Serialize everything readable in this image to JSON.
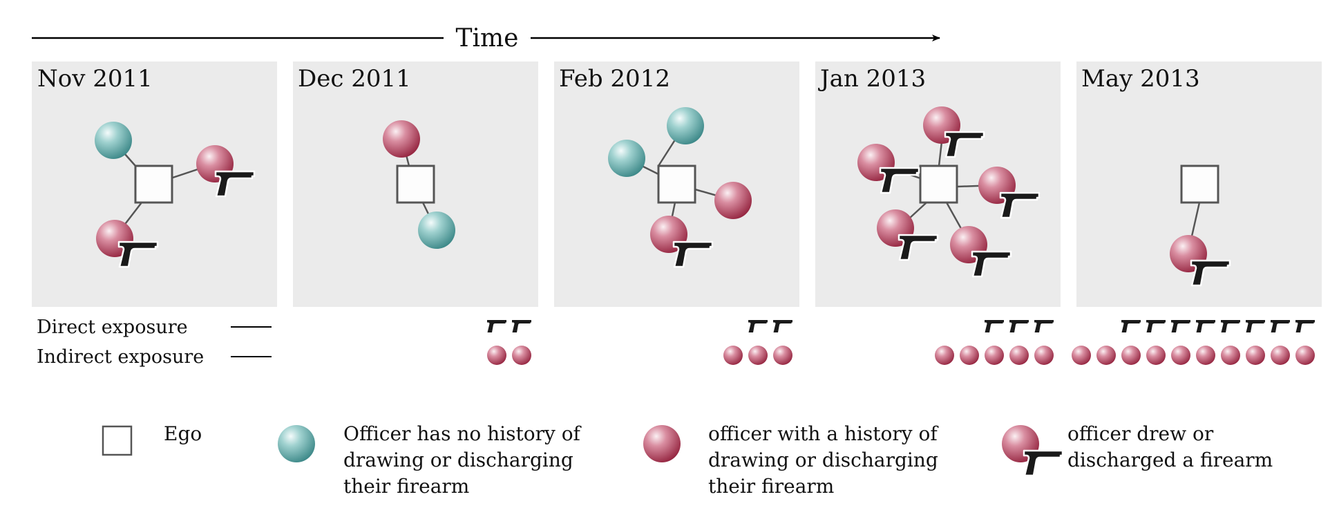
{
  "time_axis": {
    "label": "Time"
  },
  "panels": [
    {
      "title": "Nov 2011",
      "direct_guns": 0,
      "indirect_officers": 0,
      "officers": [
        {
          "type": "no-history"
        },
        {
          "type": "history-drew"
        },
        {
          "type": "history-drew"
        }
      ]
    },
    {
      "title": "Dec 2011",
      "direct_guns": 2,
      "indirect_officers": 2,
      "officers": [
        {
          "type": "history"
        },
        {
          "type": "no-history"
        }
      ]
    },
    {
      "title": "Feb 2012",
      "direct_guns": 2,
      "indirect_officers": 3,
      "officers": [
        {
          "type": "no-history"
        },
        {
          "type": "no-history"
        },
        {
          "type": "history"
        },
        {
          "type": "history-drew"
        }
      ]
    },
    {
      "title": "Jan 2013",
      "direct_guns": 3,
      "indirect_officers": 5,
      "officers": [
        {
          "type": "history-drew"
        },
        {
          "type": "history-drew"
        },
        {
          "type": "history-drew"
        },
        {
          "type": "history-drew"
        },
        {
          "type": "history-drew"
        }
      ]
    },
    {
      "title": "May 2013",
      "direct_guns": 8,
      "indirect_officers": 10,
      "officers": [
        {
          "type": "history-drew"
        }
      ]
    }
  ],
  "exposure": {
    "direct_label": "Direct exposure",
    "indirect_label": "Indirect exposure"
  },
  "legend": {
    "ego": "Ego",
    "no_history": [
      "Officer has no history of",
      "drawing or discharging",
      "their firearm"
    ],
    "history": [
      "officer with a history of",
      "drawing or discharging",
      "their firearm"
    ],
    "drew": [
      "officer drew or",
      "discharged a firearm"
    ]
  },
  "colors": {
    "panel_bg": "#ebebeb",
    "teal_officer": "#4e9a9a",
    "red_officer": "#a83a52",
    "gun": "#1a1a1a",
    "edge": "#555555"
  }
}
